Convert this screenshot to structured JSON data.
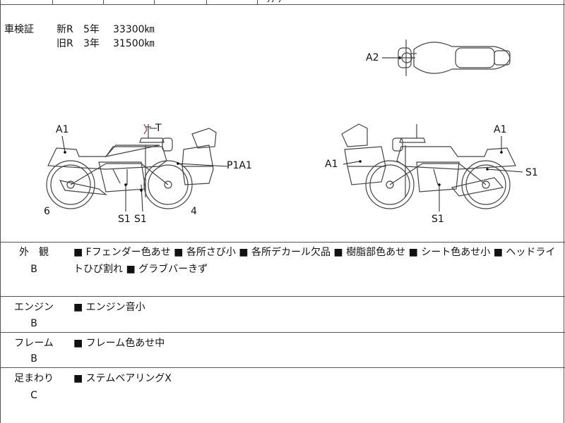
{
  "top_row": {
    "partial_text": "ﾉﾉ ﾉ"
  },
  "inspection": {
    "label": "車検証",
    "rows": [
      {
        "type": "新R",
        "years": "5年",
        "price": "33300㎞"
      },
      {
        "type": "旧R",
        "years": "3年",
        "price": "31500㎞"
      }
    ]
  },
  "diagram_labels": {
    "top": {
      "a2": "A2"
    },
    "left": {
      "a1": "A1",
      "t": "T",
      "p1a1": "P1A1",
      "s1a": "S1",
      "s1b": "S1",
      "n6": "6",
      "n4": "4"
    },
    "right": {
      "a1_top": "A1",
      "a1_left": "A1",
      "s1_right": "S1",
      "s1_bottom": "S1"
    }
  },
  "sections": [
    {
      "name": "外　観",
      "grade": "B",
      "items": "■ Fフェンダー色あせ ■ 各所さび小 ■ 各所デカール欠品 ■ 樹脂部色あせ ■ シート色あせ小 ■ ヘッドライトひび割れ ■ グラブバーきず"
    },
    {
      "name": "エンジン",
      "grade": "B",
      "items": "■ エンジン音小"
    },
    {
      "name": "フレーム",
      "grade": "B",
      "items": "■ フレーム色あせ中"
    },
    {
      "name": "足まわり",
      "grade": "C",
      "items": "■ ステムベアリングX"
    }
  ]
}
